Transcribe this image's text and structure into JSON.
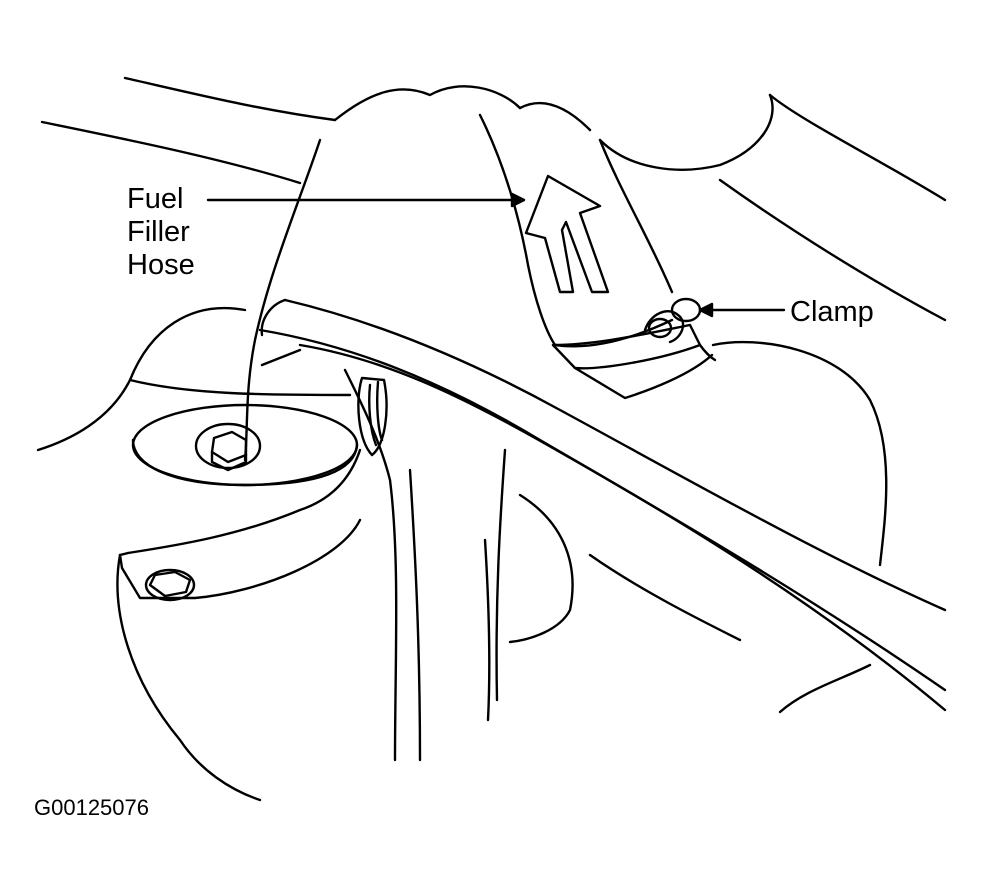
{
  "labels": {
    "fuel_filler_hose": [
      "Fuel",
      "Filler",
      "Hose"
    ],
    "clamp": "Clamp"
  },
  "figure_id": "G00125076",
  "colors": {
    "line": "#000000",
    "background": "#ffffff"
  }
}
